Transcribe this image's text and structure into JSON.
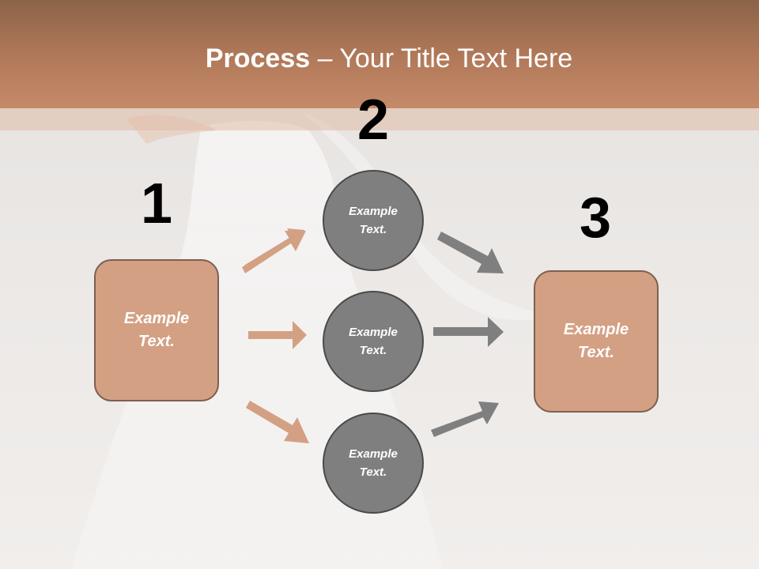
{
  "slide": {
    "title_bold": "Process",
    "title_rest": " – Your Title Text Here"
  },
  "steps": {
    "step1_number": "1",
    "step2_number": "2",
    "step3_number": "3"
  },
  "nodes": {
    "left_box": "Example Text.",
    "circle_top": "Example Text.",
    "circle_middle": "Example Text.",
    "circle_bottom": "Example Text.",
    "right_box": "Example Text."
  },
  "colors": {
    "header": "#b27a5a",
    "box_fill": "#d4a083",
    "box_border": "#7d5f4f",
    "circle_fill": "#7f7f7f",
    "circle_border": "#4a4a4a",
    "arrow_left": "#d4a083",
    "arrow_right": "#7f7f7f"
  }
}
